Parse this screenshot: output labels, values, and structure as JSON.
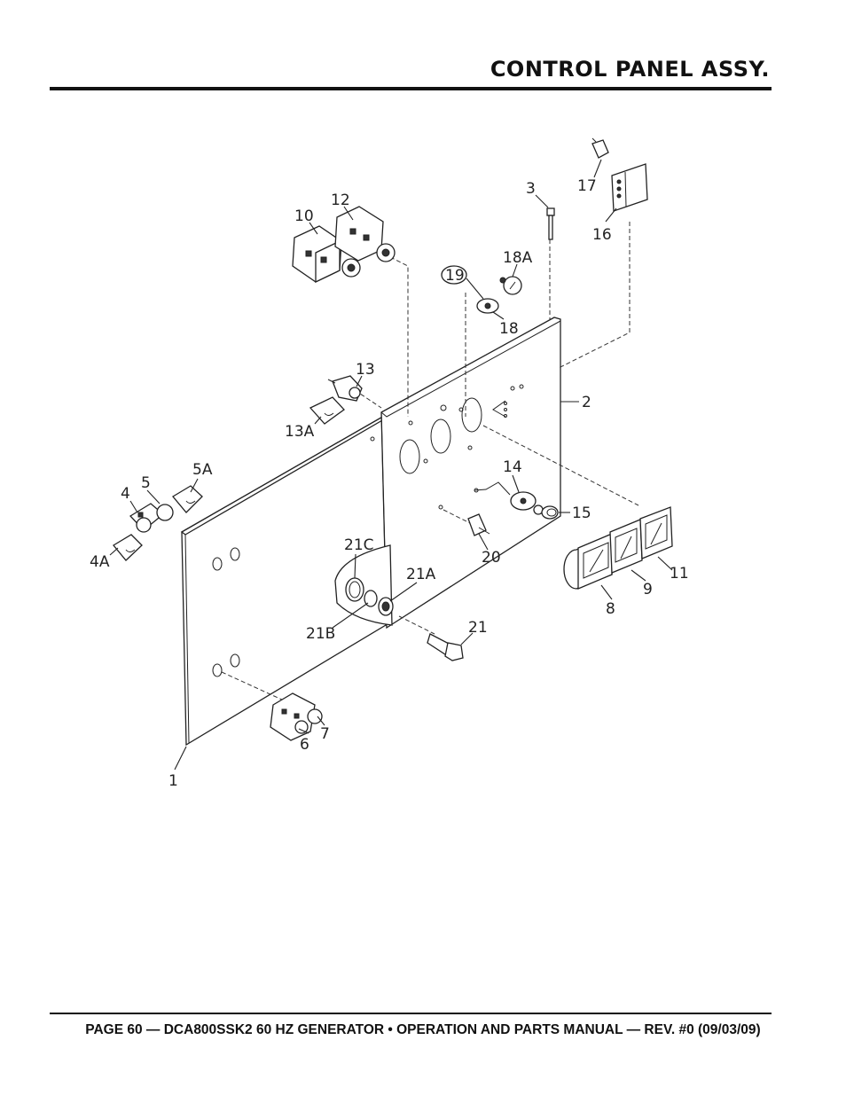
{
  "header": {
    "title": "CONTROL PANEL ASSY."
  },
  "footer": {
    "text": "PAGE 60 — DCA800SSK2 60 HZ GENERATOR • OPERATION AND PARTS MANUAL — REV. #0 (09/03/09)"
  },
  "diagram": {
    "callouts": [
      "1",
      "2",
      "3",
      "4",
      "4A",
      "5",
      "5A",
      "6",
      "7",
      "8",
      "9",
      "10",
      "11",
      "12",
      "13",
      "13A",
      "14",
      "15",
      "16",
      "17",
      "18",
      "18A",
      "19",
      "20",
      "21",
      "21A",
      "21B",
      "21C"
    ]
  }
}
